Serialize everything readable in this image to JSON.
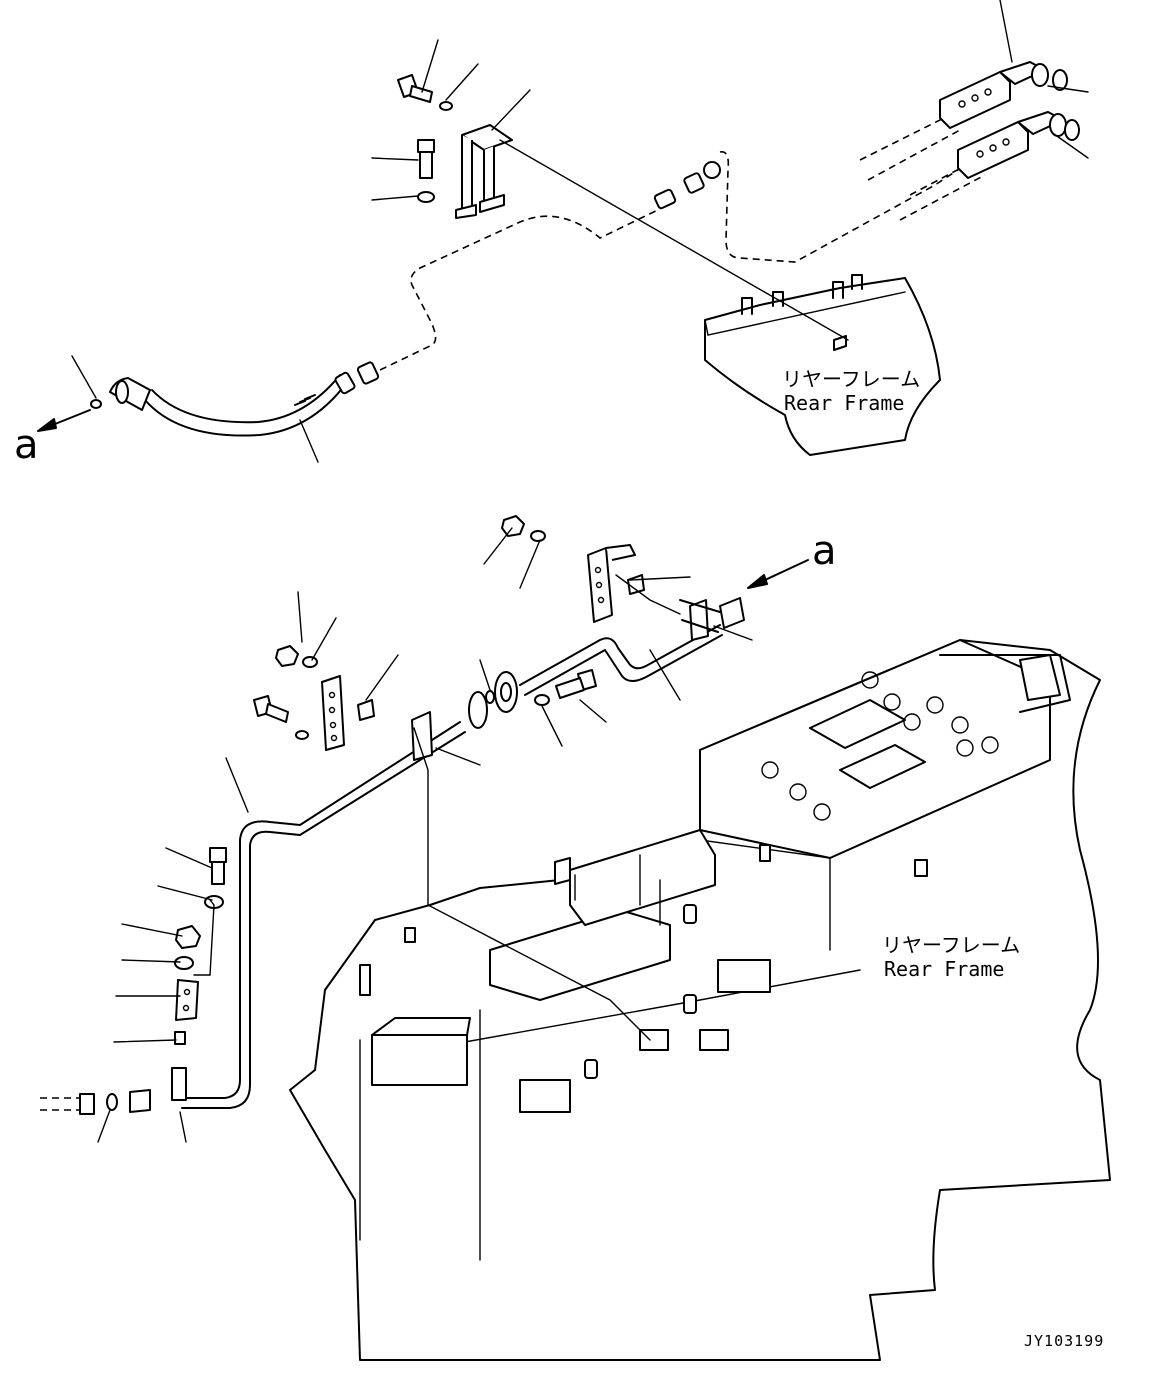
{
  "diagram": {
    "frame_label_jp_1": "リヤーフレーム",
    "frame_label_en_1": "Rear Frame",
    "frame_label_jp_2": "リヤーフレーム",
    "frame_label_en_2": "Rear Frame",
    "connector_top": "a",
    "connector_bottom": "a",
    "drawing_code": "JY103199"
  }
}
